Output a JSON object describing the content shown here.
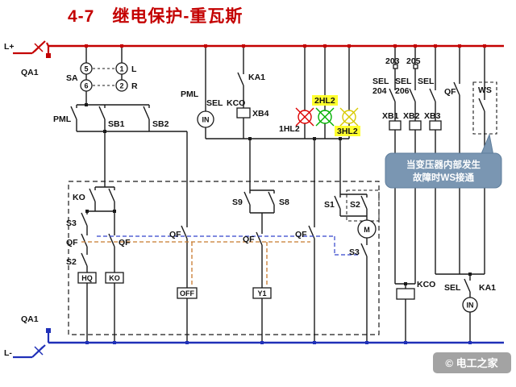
{
  "title": "4-7　继电保护-重瓦斯",
  "power": {
    "l_plus": "L+",
    "qa1_top": "QA1",
    "qa1_bottom": "QA1",
    "l_minus": "L-"
  },
  "sa": {
    "label": "SA",
    "c5": "5",
    "c1": "1",
    "c6": "6",
    "c2": "2",
    "left": "L",
    "right": "R"
  },
  "pml_row": {
    "pml": "PML",
    "sb1": "SB1",
    "sb2": "SB2"
  },
  "coil_area": {
    "pml": "PML",
    "in": "IN",
    "sel": "SEL",
    "kco": "KCO",
    "xb4": "XB4",
    "ka1": "KA1"
  },
  "lamps": {
    "l1": "1HL2",
    "l2": "2HL2",
    "l3": "3HL2"
  },
  "right": {
    "t203": "203",
    "t205": "205",
    "sel1": "SEL",
    "t204": "204",
    "sel2": "SEL",
    "t206": "206",
    "sel3": "SEL",
    "xb1": "XB1",
    "xb2": "XB2",
    "xb3": "XB3",
    "qf": "QF",
    "ws": "WS"
  },
  "callout": {
    "line1": "当变压器内部发生",
    "line2": "故障时WS接通"
  },
  "ctrl": {
    "ko": "KO",
    "s3a": "S3",
    "qfa": "QF",
    "s2a": "S2",
    "qfb": "QF",
    "hq": "HQ",
    "kob": "KO",
    "qfc": "QF",
    "off": "OFF",
    "s9": "S9",
    "s8": "S8",
    "qfd": "QF",
    "y1": "Y1",
    "qfe": "QF",
    "s1": "S1",
    "s2m": "S2",
    "m": "M",
    "s3m": "S3"
  },
  "br": {
    "kco": "KCO",
    "sel": "SEL",
    "ka1": "KA1",
    "in": "IN"
  },
  "watermark": "© 电工之家",
  "colors": {
    "rail_positive": "#c40000",
    "rail_negative": "#2030b8",
    "lamp_red": "#dd0000",
    "lamp_green": "#00b000",
    "lamp_yellow": "#d8ca00",
    "callout_bg": "#7a96b2",
    "highlight": "#ffff2e"
  }
}
